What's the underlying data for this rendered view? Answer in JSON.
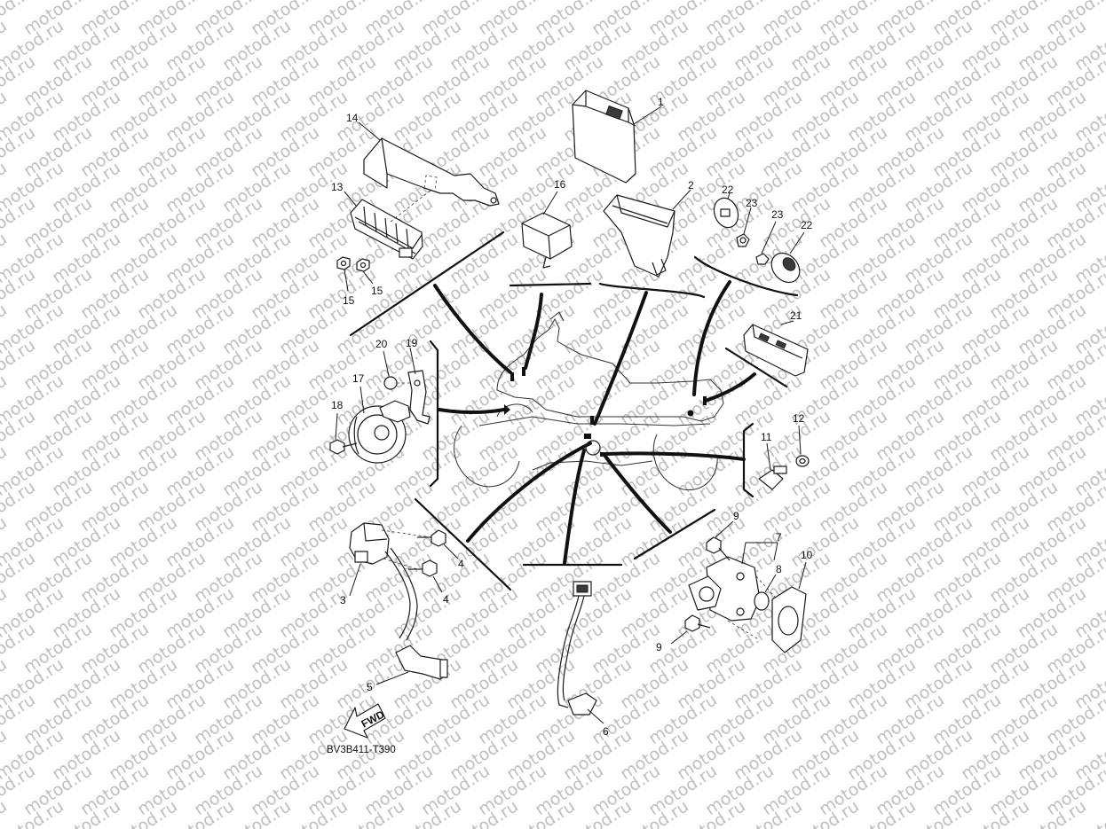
{
  "watermark": {
    "text": "motod.ru"
  },
  "diagram_code": "BV3B411-T390",
  "fwd_label": "FWD",
  "callouts": [
    "1",
    "2",
    "3",
    "4",
    "4",
    "5",
    "6",
    "7",
    "8",
    "9",
    "9",
    "10",
    "11",
    "12",
    "13",
    "14",
    "15",
    "15",
    "16",
    "17",
    "18",
    "19",
    "20",
    "21",
    "22",
    "22",
    "23",
    "23"
  ]
}
